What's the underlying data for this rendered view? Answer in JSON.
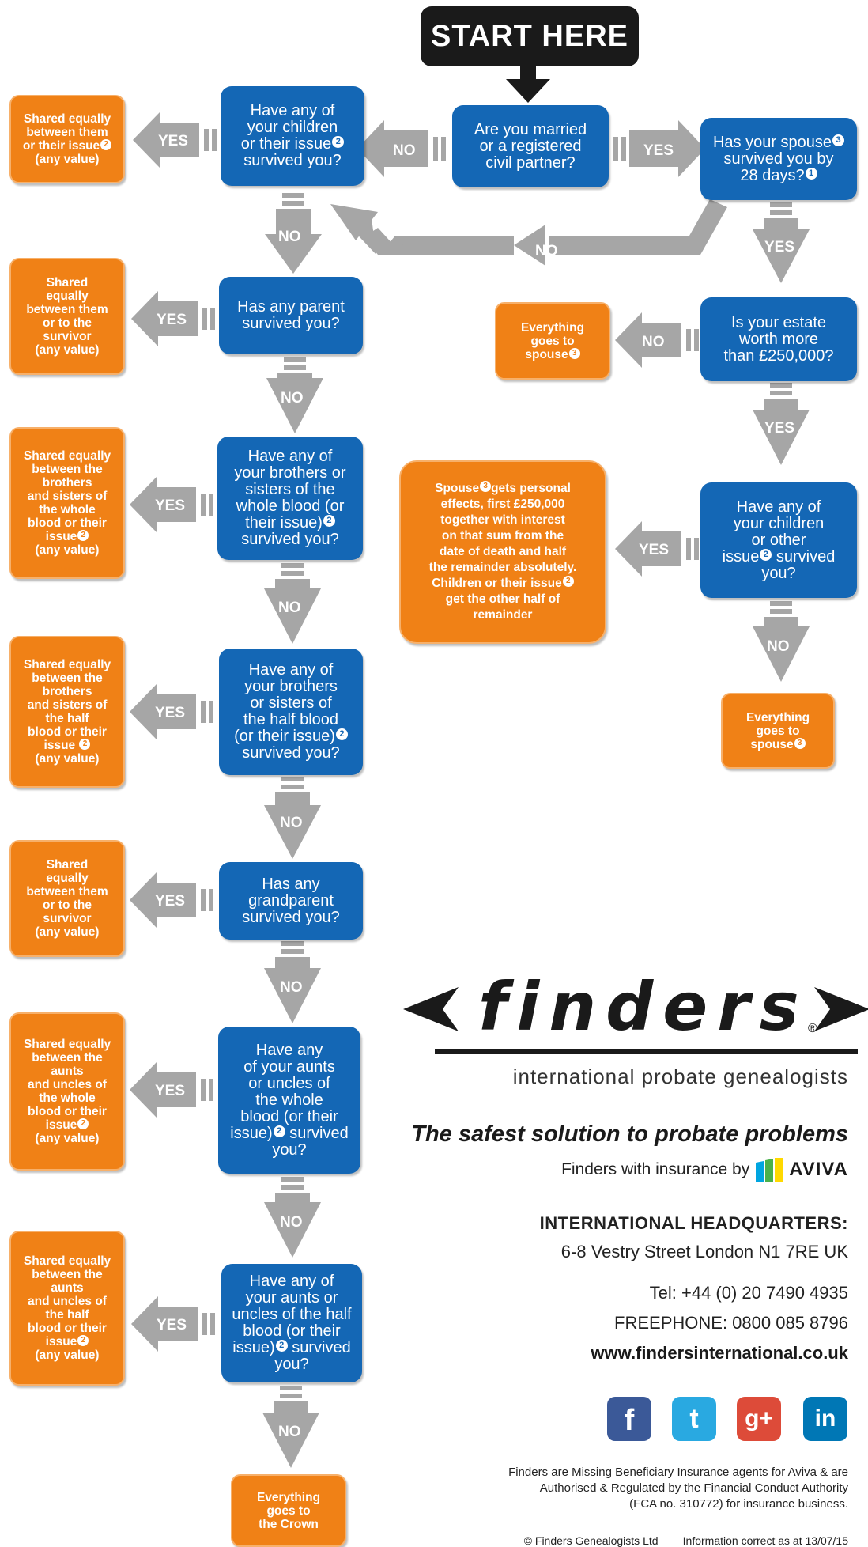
{
  "start": "START HERE",
  "questions": {
    "married": [
      "Are you married",
      "or a registered",
      "civil partner?"
    ],
    "children_issue": [
      "Have any of",
      "your children",
      "or their issue",
      "survived you?"
    ],
    "spouse_survived": [
      "Has your spouse",
      "survived you by",
      "28 days?"
    ],
    "parent": [
      "Has any parent",
      "survived you?"
    ],
    "estate": [
      "Is your estate",
      "worth more",
      "than £250,000?"
    ],
    "brothers_whole": [
      "Have any of",
      "your brothers or",
      "sisters of the",
      "whole blood (or",
      "their issue)",
      "survived you?"
    ],
    "children_other": [
      "Have any of",
      "your children",
      "or other",
      "issue",
      "survived",
      "you?"
    ],
    "brothers_half": [
      "Have any of",
      "your brothers",
      "or sisters of",
      "the half blood",
      "(or their issue)",
      "survived you?"
    ],
    "grandparent": [
      "Has any",
      "grandparent",
      "survived you?"
    ],
    "aunts_whole": [
      "Have any",
      "of your aunts",
      "or uncles of",
      "the whole",
      "blood (or their",
      "issue)",
      "survived",
      "you?"
    ],
    "aunts_half": [
      "Have any of",
      "your aunts or",
      "uncles of the half",
      "blood (or their",
      "issue)",
      "survived",
      "you?"
    ]
  },
  "outcomes": {
    "children_shared": [
      "Shared equally",
      "between them",
      "or their issue",
      "(any value)"
    ],
    "parent_shared": [
      "Shared",
      "equally",
      "between them",
      "or to the",
      "survivor",
      "(any value)"
    ],
    "spouse_everything_1": [
      "Everything",
      "goes to",
      "spouse"
    ],
    "brothers_whole_shared": [
      "Shared equally",
      "between the",
      "brothers",
      "and sisters of",
      "the whole",
      "blood or their",
      "issue",
      "(any value)"
    ],
    "spouse_personal": [
      "Spouse",
      "gets personal",
      "effects, first £250,000",
      "together with interest",
      "on that sum from the",
      "date of death and half",
      "the remainder absolutely.",
      "Children or their issue",
      "get the other half of",
      "remainder"
    ],
    "brothers_half_shared": [
      "Shared equally",
      "between the",
      "brothers",
      "and sisters of",
      "the half",
      "blood or their",
      "issue",
      "(any value)"
    ],
    "spouse_everything_2": [
      "Everything",
      "goes to",
      "spouse"
    ],
    "grandparent_shared": [
      "Shared",
      "equally",
      "between them",
      "or to the",
      "survivor",
      "(any value)"
    ],
    "aunts_whole_shared": [
      "Shared equally",
      "between the",
      "aunts",
      "and uncles of",
      "the whole",
      "blood or their",
      "issue",
      "(any value)"
    ],
    "aunts_half_shared": [
      "Shared equally",
      "between the",
      "aunts",
      "and uncles of",
      "the half",
      "blood or their",
      "issue",
      "(any value)"
    ],
    "crown": [
      "Everything",
      "goes to",
      "the Crown"
    ]
  },
  "footnote_marks": {
    "one": "1",
    "two": "2",
    "three": "3"
  },
  "arrow_labels": {
    "yes": "YES",
    "no": "NO"
  },
  "brand": {
    "logo": "finders",
    "registered": "®",
    "subtitle": "international  probate  genealogists",
    "tagline": "The safest solution to probate problems",
    "insurance": "Finders with insurance by",
    "insurer": "AVIVA"
  },
  "contact": {
    "hq_label": "INTERNATIONAL HEADQUARTERS:",
    "address": "6-8 Vestry Street  London N1 7RE  UK",
    "tel": "Tel: +44 (0) 20 7490 4935",
    "freephone": "FREEPHONE: 0800 085 8796",
    "website": "www.findersinternational.co.uk"
  },
  "social": {
    "facebook": "f",
    "twitter": "t",
    "googleplus": "g+",
    "linkedin": "in"
  },
  "disclaimer": [
    "Finders are Missing Beneficiary Insurance agents for Aviva & are",
    "Authorised & Regulated by the Financial Conduct Authority",
    "(FCA no. 310772) for insurance business."
  ],
  "copyright": "© Finders Genealogists Ltd        Information correct as at 13/07/15",
  "colors": {
    "blue": "#1467b5",
    "orange": "#f08116",
    "arrow": "#a6a6a6",
    "dark": "#1a1a1a"
  }
}
